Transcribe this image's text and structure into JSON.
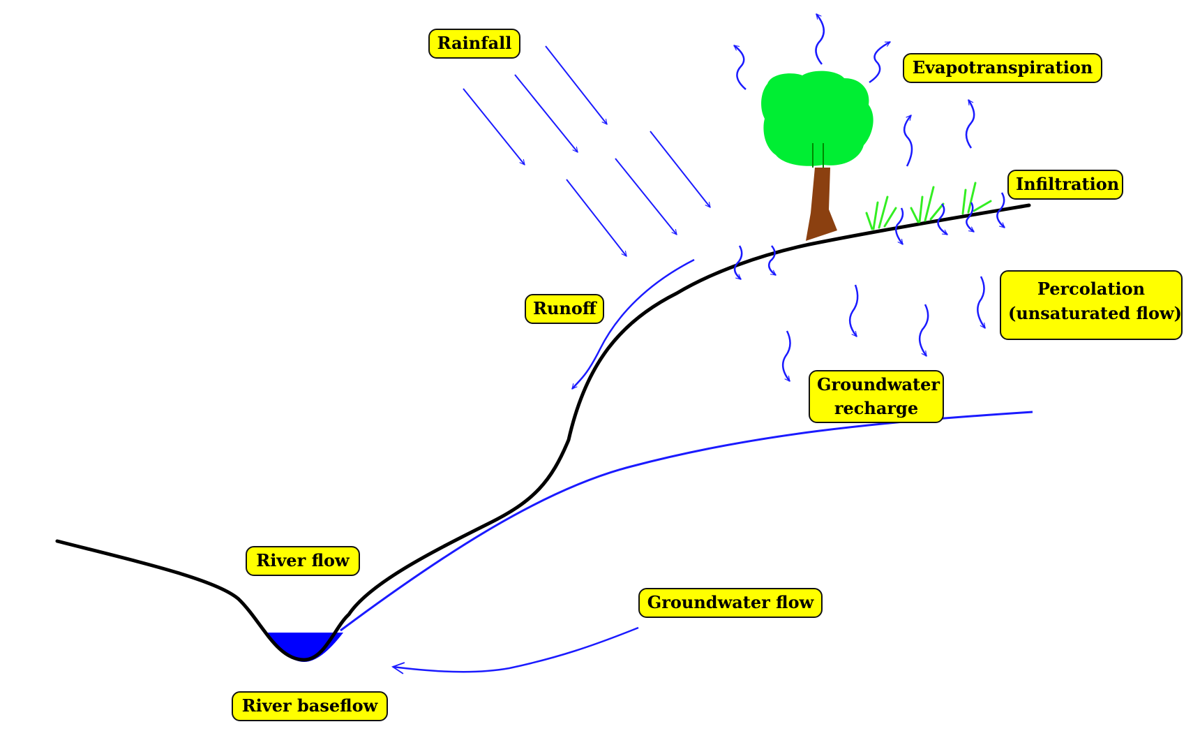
{
  "colors": {
    "label_fill": "#ffff00",
    "label_border": "#111111",
    "water_arrow": "#1a1aff",
    "ground_line": "#000000",
    "river_water": "#0000ff",
    "tree_canopy": "#00ee33",
    "tree_trunk": "#8b4010",
    "grass": "#33ee22"
  },
  "labels": {
    "rainfall": "Rainfall",
    "evapotranspiration": "Evapotranspiration",
    "infiltration": "Infiltration",
    "runoff": "Runoff",
    "percolation_line1": "Percolation",
    "percolation_line2": "(unsaturated flow)",
    "groundwater_recharge_line1": "Groundwater",
    "groundwater_recharge_line2": "recharge",
    "river_flow": "River flow",
    "groundwater_flow": "Groundwater flow",
    "river_baseflow": "River baseflow"
  },
  "icons": {
    "rain_arrows": "rain-arrow-icon",
    "vapor_arrows": "wavy-up-arrow-icon",
    "infiltration_arrows": "wavy-down-arrow-icon",
    "tree": "tree-icon",
    "grass": "grass-icon"
  }
}
